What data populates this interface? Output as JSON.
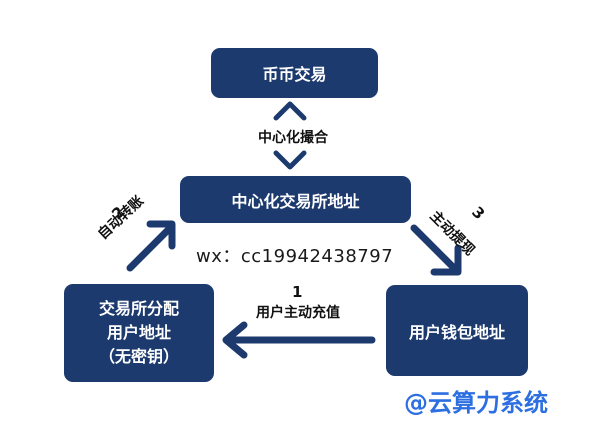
{
  "nodes": {
    "exchange": "币币交易",
    "central_address": "中心化交易所地址",
    "allocated_address_lines": [
      "交易所分配",
      "用户地址",
      "（无密钥）"
    ],
    "wallet_address": "用户钱包地址"
  },
  "edges": {
    "matching": "中心化撮合",
    "deposit_step": "1",
    "deposit_label": "用户主动充值",
    "auto_step": "2",
    "auto_label": "自动转账",
    "withdraw_step": "3",
    "withdraw_label": "主动提现"
  },
  "contact": "wx：cc19942438797",
  "watermark": "@云算力系统",
  "colors": {
    "box_fill": "#1d3a6e",
    "arrow": "#1d3a6e",
    "watermark": "#2d6fe0"
  }
}
